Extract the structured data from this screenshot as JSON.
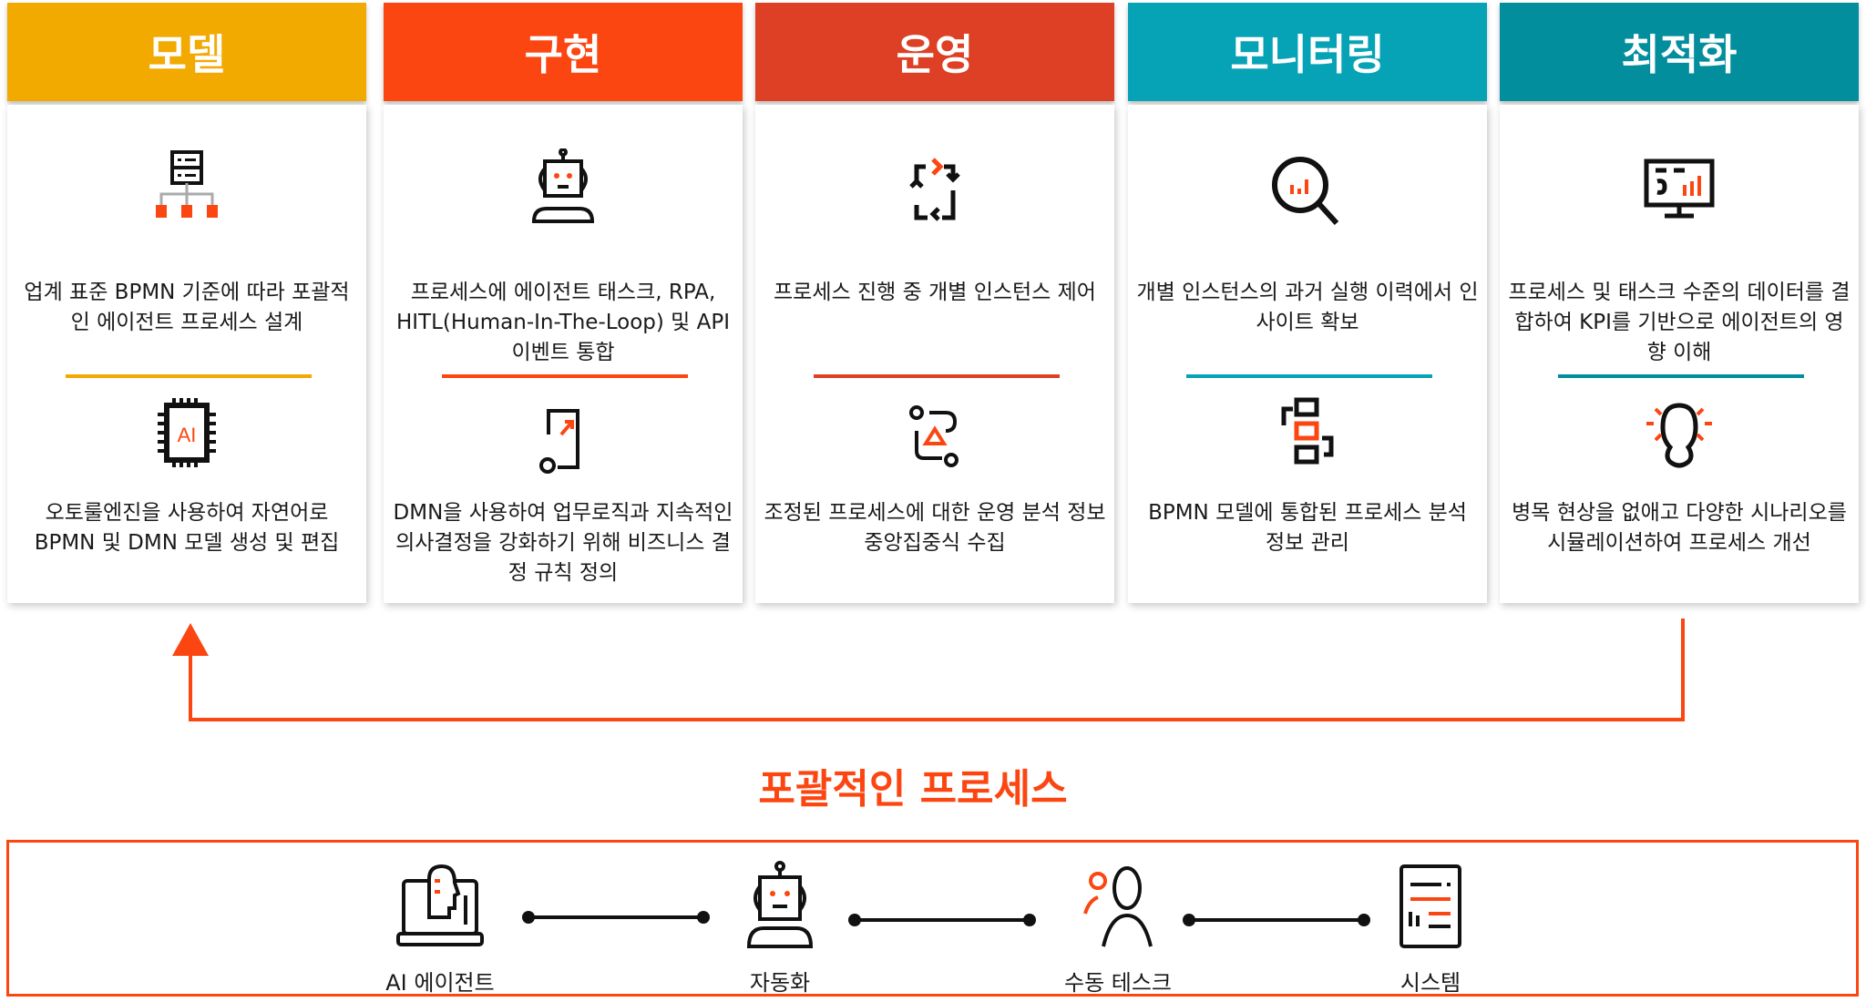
{
  "columns": [
    {
      "title": "모델",
      "color": "#F2A900",
      "text1": "업계 표준 BPMN 기준에 따라 포괄적인 에이전트 프로세스 설계",
      "text2": "오토룰엔진을 사용하여 자연어로 BPMN 및 DMN 모델 생성 및 편집",
      "icon1": "hierarchy-icon",
      "icon2": "ai-chip-icon",
      "chip_label": "AI"
    },
    {
      "title": "구현",
      "color": "#FC4612",
      "text1": "프로세스에 에이전트 태스크, RPA, HITL(Human-In-The-Loop) 및 API 이벤트 통합",
      "text2": "DMN을 사용하여 업무로직과 지속적인 의사결정을 강화하기 위해 비즈니스 결정 규칙 정의",
      "icon1": "robot-icon",
      "icon2": "decision-flow-icon"
    },
    {
      "title": "운영",
      "color": "#DD4024",
      "text1": "프로세스 진행 중 개별 인스턴스 제어",
      "text2": "조정된 프로세스에 대한 운영 분석 정보 중앙집중식 수집",
      "icon1": "cycle-arrows-icon",
      "icon2": "process-path-icon"
    },
    {
      "title": "모니터링",
      "color": "#06A3B7",
      "text1": "개별 인스턴스의 과거 실행 이력에서 인사이트 확보",
      "text2": "BPMN 모델에 통합된 프로세스 분석 정보 관리",
      "icon1": "search-chart-icon",
      "icon2": "process-blocks-icon"
    },
    {
      "title": "최적화",
      "color": "#038E9D",
      "text1": "프로세스 및 태스크 수준의 데이터를 결합하여 KPI를 기반으로 에이전트의 영향 이해",
      "text2": "병목 현상을 없애고 다양한 시나리오를 시뮬레이션하여 프로세스 개선",
      "icon1": "monitor-dashboard-icon",
      "icon2": "lightbulb-icon"
    }
  ],
  "cycle_title": "포괄적인 프로세스",
  "flow": [
    {
      "label": "AI 에이전트"
    },
    {
      "label": "자동화"
    },
    {
      "label": "수동 테스크"
    },
    {
      "label": "시스템"
    }
  ],
  "accent": "#FC4612"
}
